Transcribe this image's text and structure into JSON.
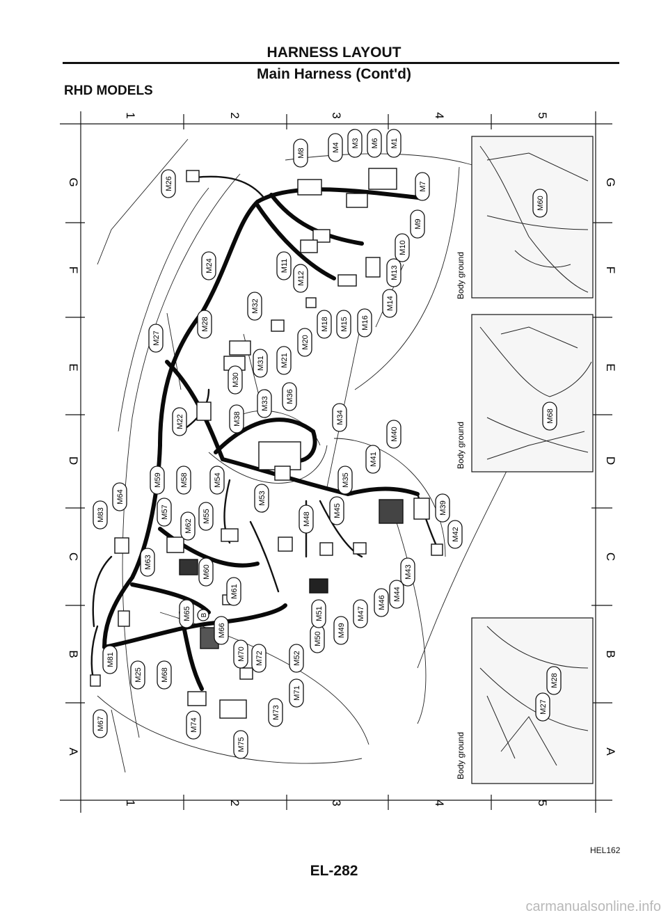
{
  "header": {
    "title": "HARNESS LAYOUT",
    "subtitle": "Main Harness (Cont'd)",
    "variant": "RHD MODELS"
  },
  "grid": {
    "columns": [
      "1",
      "2",
      "3",
      "4",
      "5"
    ],
    "rows": [
      "G",
      "F",
      "E",
      "D",
      "C",
      "B",
      "A"
    ]
  },
  "connectors": [
    "M1",
    "M3",
    "M4",
    "M6",
    "M7",
    "M8",
    "M9",
    "M10",
    "M11",
    "M12",
    "M13",
    "M14",
    "M15",
    "M16",
    "M18",
    "M20",
    "M21",
    "M22",
    "M24",
    "M25",
    "M26",
    "M27",
    "M28",
    "M30",
    "M31",
    "M32",
    "M33",
    "M34",
    "M35",
    "M36",
    "M38",
    "M39",
    "M40",
    "M41",
    "M42",
    "M43",
    "M44",
    "M45",
    "M46",
    "M47",
    "M48",
    "M49",
    "M50",
    "M51",
    "M52",
    "M53",
    "M54",
    "M55",
    "M57",
    "M58",
    "M59",
    "M60",
    "M61",
    "M62",
    "M63",
    "M64",
    "M65",
    "M66",
    "M67",
    "M68",
    "M70",
    "M71",
    "M72",
    "M73",
    "M74",
    "M75",
    "M81",
    "M83"
  ],
  "ground_marker": "B",
  "insets": [
    {
      "label": "Body ground",
      "connectors": [
        "M60"
      ]
    },
    {
      "label": "Body ground",
      "connectors": [
        "M68"
      ]
    },
    {
      "label": "Body ground",
      "connectors": [
        "M27",
        "M28"
      ]
    }
  ],
  "footer": {
    "doc_id": "HEL162",
    "page_number": "EL-282",
    "watermark": "carmanualsonline.info"
  }
}
